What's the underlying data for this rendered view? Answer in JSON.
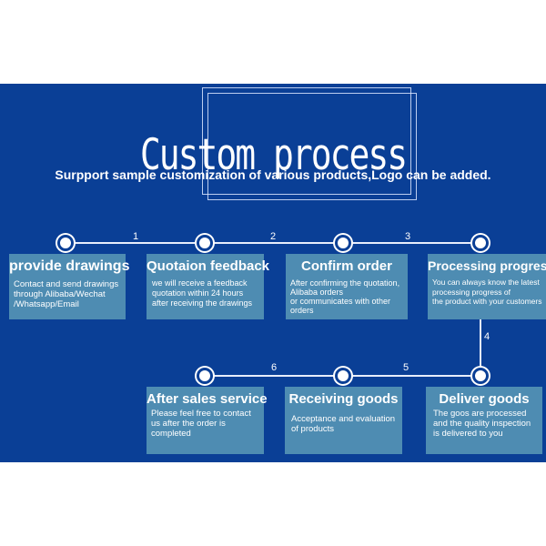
{
  "header": {
    "title": "Custom process",
    "subtitle": "Surpport sample customization of various products,Logo can be added."
  },
  "steps": [
    {
      "num": "1",
      "title": "provide drawings",
      "desc": "Contact and send drawings\nthrough Alibaba/Wechat\n/Whatsapp/Email"
    },
    {
      "num": "2",
      "title": "Quotaion feedback",
      "desc": "we will receive a feedback\nquotation within 24 hours\nafter receiving the drawings"
    },
    {
      "num": "3",
      "title": "Confirm order",
      "desc": "After confirming the quotation,\nAlibaba orders\nor communicates  with other\norders"
    },
    {
      "num": "4",
      "title": "Processing progress",
      "desc": "You can always know the latest\nprocessing progress  of\nthe product  with your customers"
    },
    {
      "num": "5",
      "title": "Deliver goods",
      "desc": "The goos are processed\nand the quality inspection\nis delivered to you"
    },
    {
      "num": "6",
      "title": "Receiving goods",
      "desc": "Acceptance and evaluation\nof  products"
    },
    {
      "title": "After sales service",
      "desc": "Please feel free to contact\nus after the order is\ncompleted"
    }
  ],
  "colors": {
    "background": "#0a3f96",
    "card": "#4e8cb2",
    "text": "#ffffff"
  }
}
